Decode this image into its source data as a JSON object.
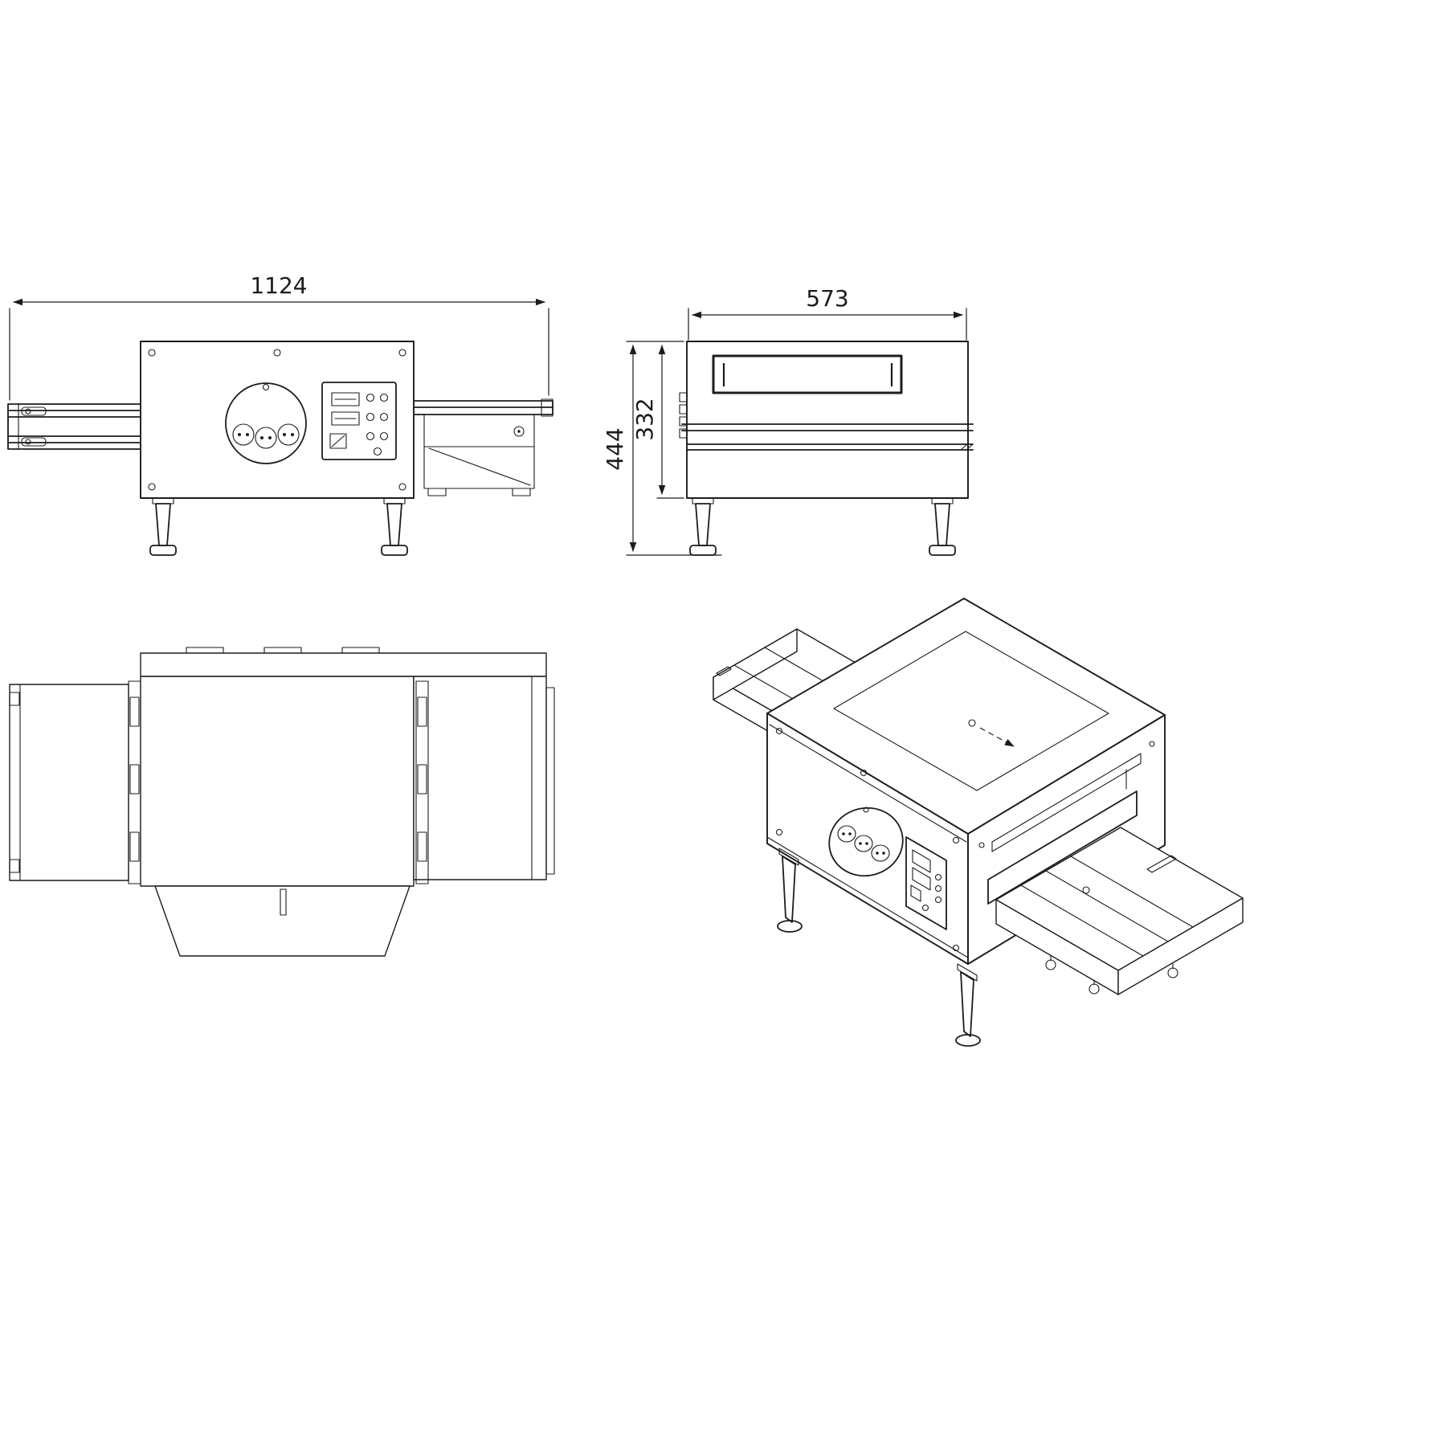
{
  "colors": {
    "ink": "#1c1c1c",
    "background": "#ffffff"
  },
  "dimensions": {
    "front_width": "1124",
    "side_depth": "573",
    "overall_height": "444",
    "body_height": "332"
  }
}
